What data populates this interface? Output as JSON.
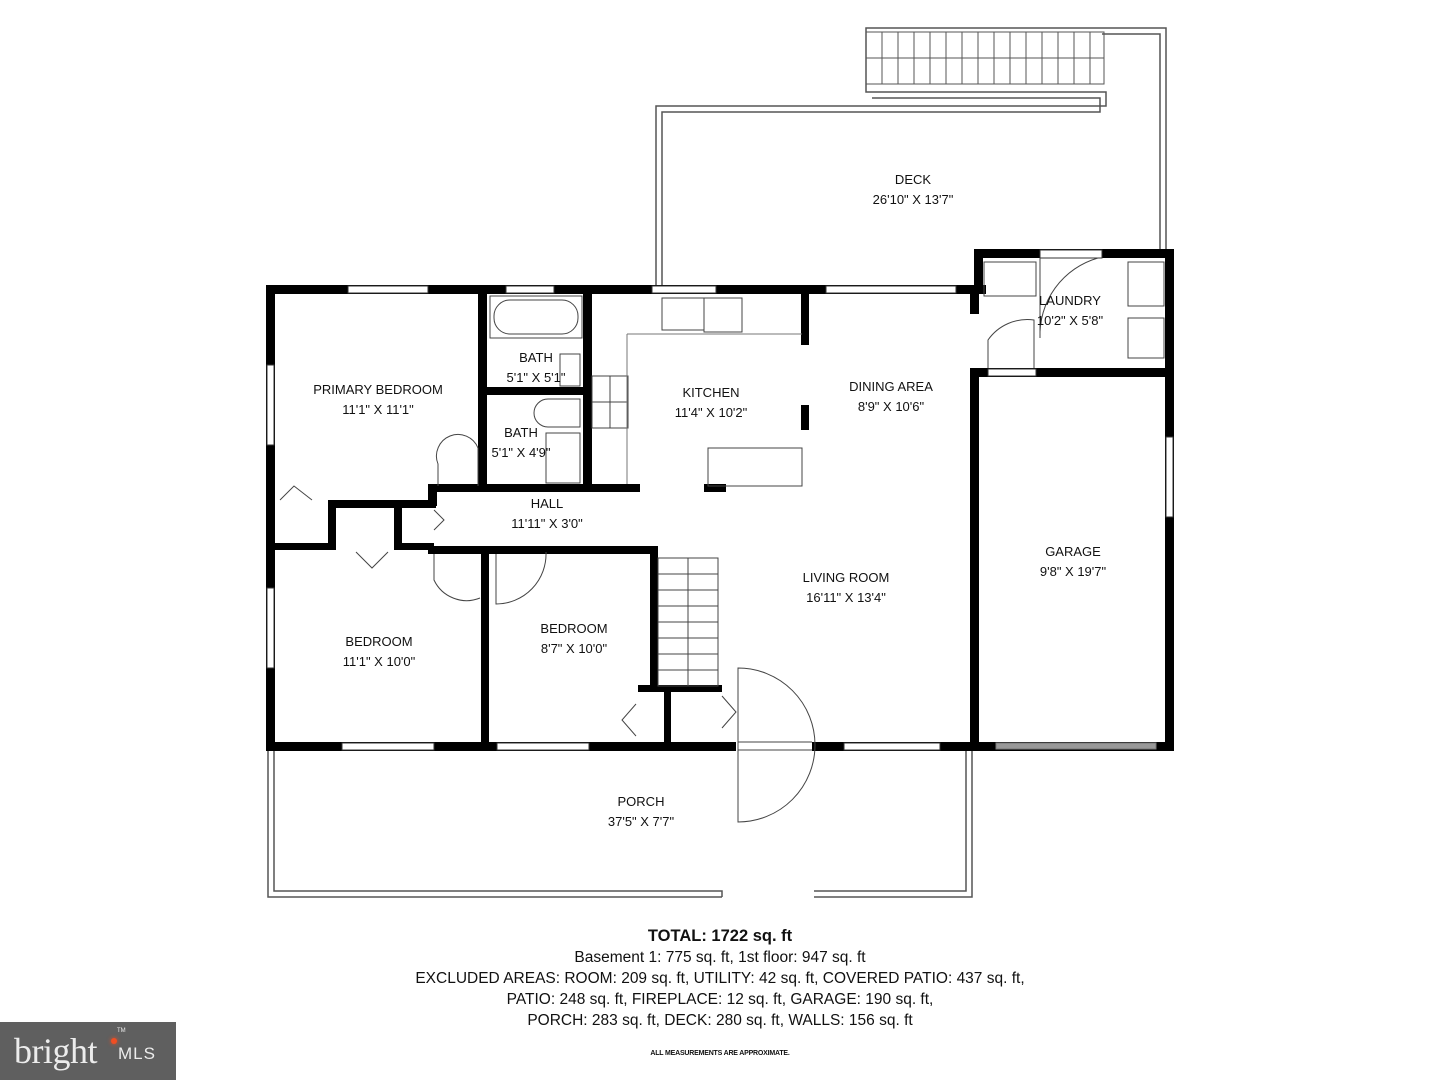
{
  "plan": {
    "rooms": [
      {
        "name": "DECK",
        "dims": "26'10\" X 13'7\""
      },
      {
        "name": "LAUNDRY",
        "dims": "10'2\" X 5'8\""
      },
      {
        "name": "PRIMARY BEDROOM",
        "dims": "11'1\" X 11'1\""
      },
      {
        "name": "BATH",
        "dims": "5'1\" X 5'1\""
      },
      {
        "name": "BATH",
        "dims": "5'1\" X 4'9\""
      },
      {
        "name": "KITCHEN",
        "dims": "11'4\" X 10'2\""
      },
      {
        "name": "DINING AREA",
        "dims": "8'9\" X 10'6\""
      },
      {
        "name": "HALL",
        "dims": "11'11\" X 3'0\""
      },
      {
        "name": "GARAGE",
        "dims": "9'8\" X 19'7\""
      },
      {
        "name": "LIVING ROOM",
        "dims": "16'11\" X 13'4\""
      },
      {
        "name": "BEDROOM",
        "dims": "11'1\" X 10'0\""
      },
      {
        "name": "BEDROOM",
        "dims": "8'7\" X 10'0\""
      },
      {
        "name": "PORCH",
        "dims": "37'5\" X 7'7\""
      }
    ]
  },
  "summary": {
    "total": "TOTAL: 1722 sq. ft",
    "floors": "Basement 1: 775 sq. ft, 1st floor: 947 sq. ft",
    "excluded_1": "EXCLUDED AREAS: ROOM: 209 sq. ft, UTILITY: 42 sq. ft, COVERED PATIO: 437 sq. ft,",
    "excluded_2": "PATIO: 248 sq. ft, FIREPLACE: 12 sq. ft, GARAGE: 190 sq. ft,",
    "excluded_3": "PORCH: 283 sq. ft, DECK: 280 sq. ft, WALLS: 156 sq. ft",
    "note": "ALL MEASUREMENTS ARE APPROXIMATE."
  },
  "logo": {
    "word": "bright",
    "mls": "MLS",
    "tm": "TM",
    "accent": "#f04e23",
    "bg": "#5f5f5f"
  }
}
